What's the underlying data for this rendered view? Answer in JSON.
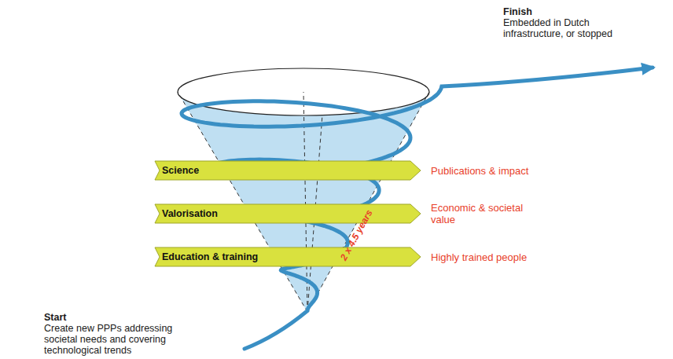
{
  "diagram": {
    "nodes": [
      {
        "text": [
          "Science"
        ]
      },
      {
        "text": [
          "Valorisation"
        ]
      },
      {
        "text": [
          "Education & training"
        ]
      }
    ],
    "labels": [
      "2 x 4.5 years",
      "Publications & impact",
      "Economic & societal value",
      "Highly trained people",
      "Start",
      "Create new PPPs addressing societal needs and covering technological trends",
      "Finish",
      "Embedded in Dutch infrastructure, or stopped"
    ]
  }
}
